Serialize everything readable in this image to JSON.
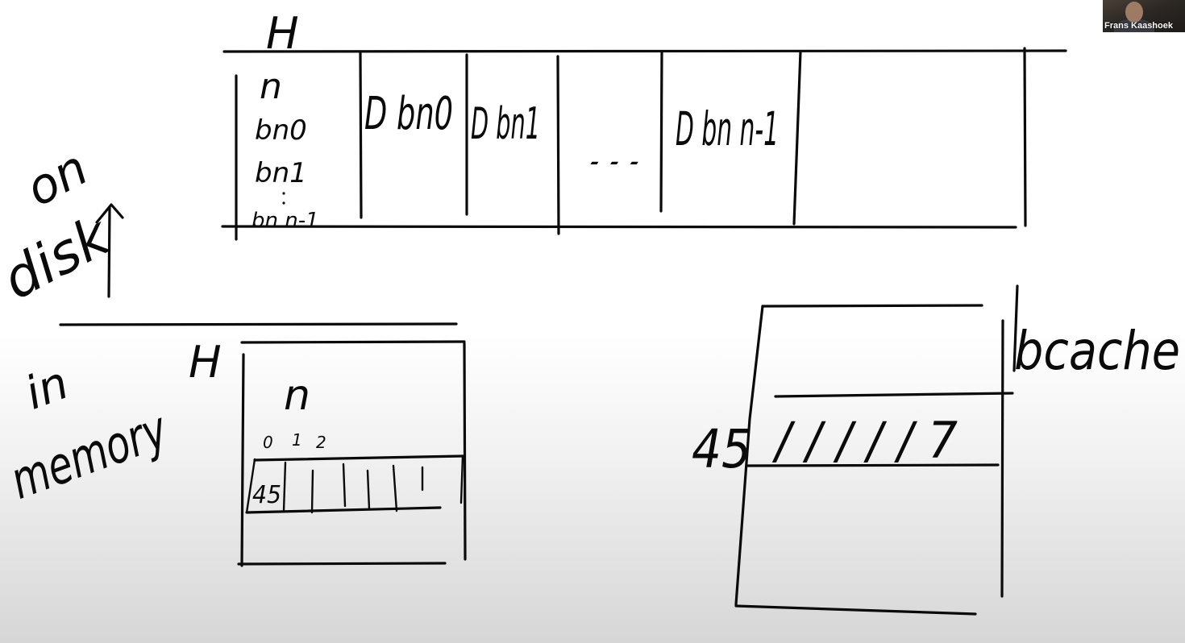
{
  "disk": {
    "header_label": "H",
    "inode_letter": "n",
    "bn": [
      "bn0",
      "bn1",
      "bn n-1"
    ],
    "blocks": [
      "D bn0",
      "D bn1",
      "...",
      "D bn n-1"
    ]
  },
  "labels": {
    "on_disk": [
      "on",
      "disk"
    ],
    "in_memory": [
      "in",
      "memory"
    ],
    "memory_header": "H",
    "bcache": "bcache"
  },
  "memory": {
    "inode_letter": "n",
    "index_labels": [
      "0",
      "1",
      "2"
    ],
    "first_slot": "45"
  },
  "cache": {
    "block_number": "45",
    "block_content": "/ / / / / 7"
  },
  "video": {
    "speaker_name": "Frans Kaashoek"
  }
}
